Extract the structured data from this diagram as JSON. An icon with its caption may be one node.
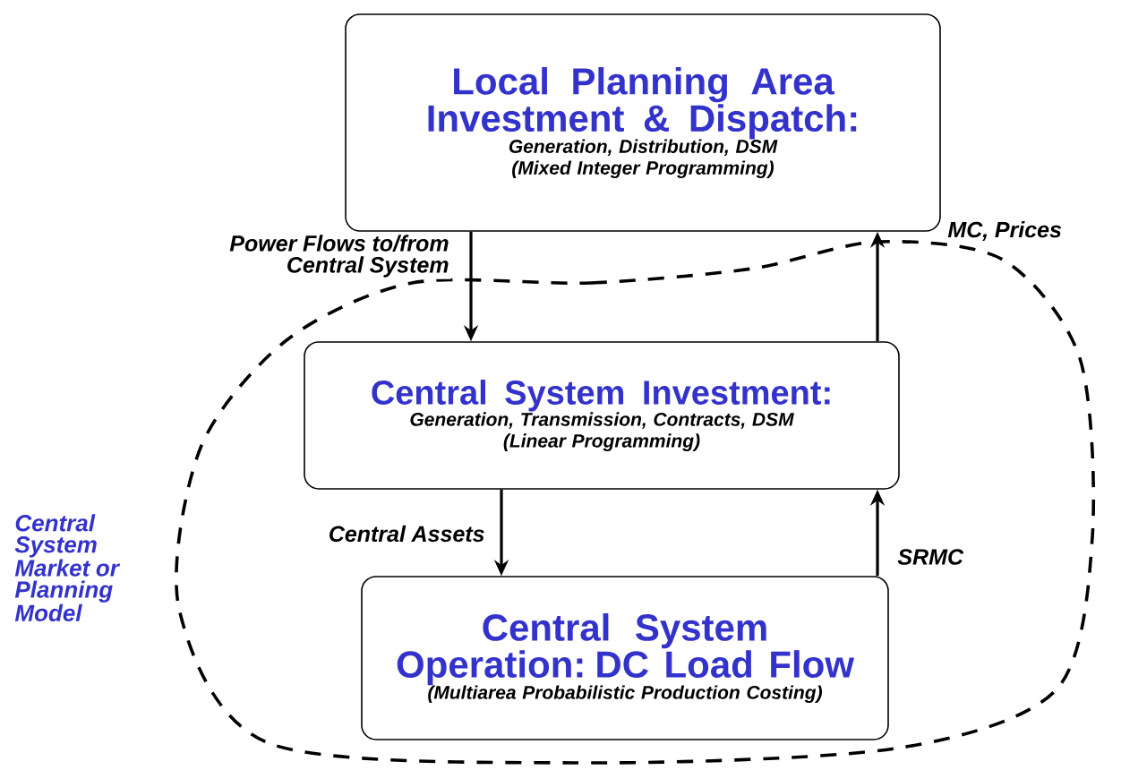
{
  "diagram": {
    "nodes": [
      {
        "text": [
          "Local Planning Area Investment & Dispatch:",
          "Generation, Distribution, DSM",
          "(Mixed Integer Programming)"
        ]
      },
      {
        "text": [],
        "shape": "cloud",
        "beside": [
          "Central System Market or Planning Model"
        ]
      },
      {
        "text": [
          "Central System Investment:",
          "Generation, Transmission, Contracts, DSM",
          "(Linear Programming)"
        ],
        "in": 1
      },
      {
        "text": [
          "Central System Operation: DC Load Flow",
          "(Multiarea Probabilistic Production Costing)"
        ],
        "in": 1
      }
    ],
    "edges": [
      {
        "from": 0,
        "to": 2,
        "arrow": "to",
        "label": "Power Flows to/from Central System"
      },
      {
        "from": 2,
        "to": 0,
        "arrow": "to",
        "label": "MC, Prices"
      },
      {
        "from": 2,
        "to": 3,
        "arrow": "to",
        "label": "Central Assets"
      },
      {
        "from": 3,
        "to": 2,
        "arrow": "to",
        "label": "SRMC"
      }
    ]
  }
}
